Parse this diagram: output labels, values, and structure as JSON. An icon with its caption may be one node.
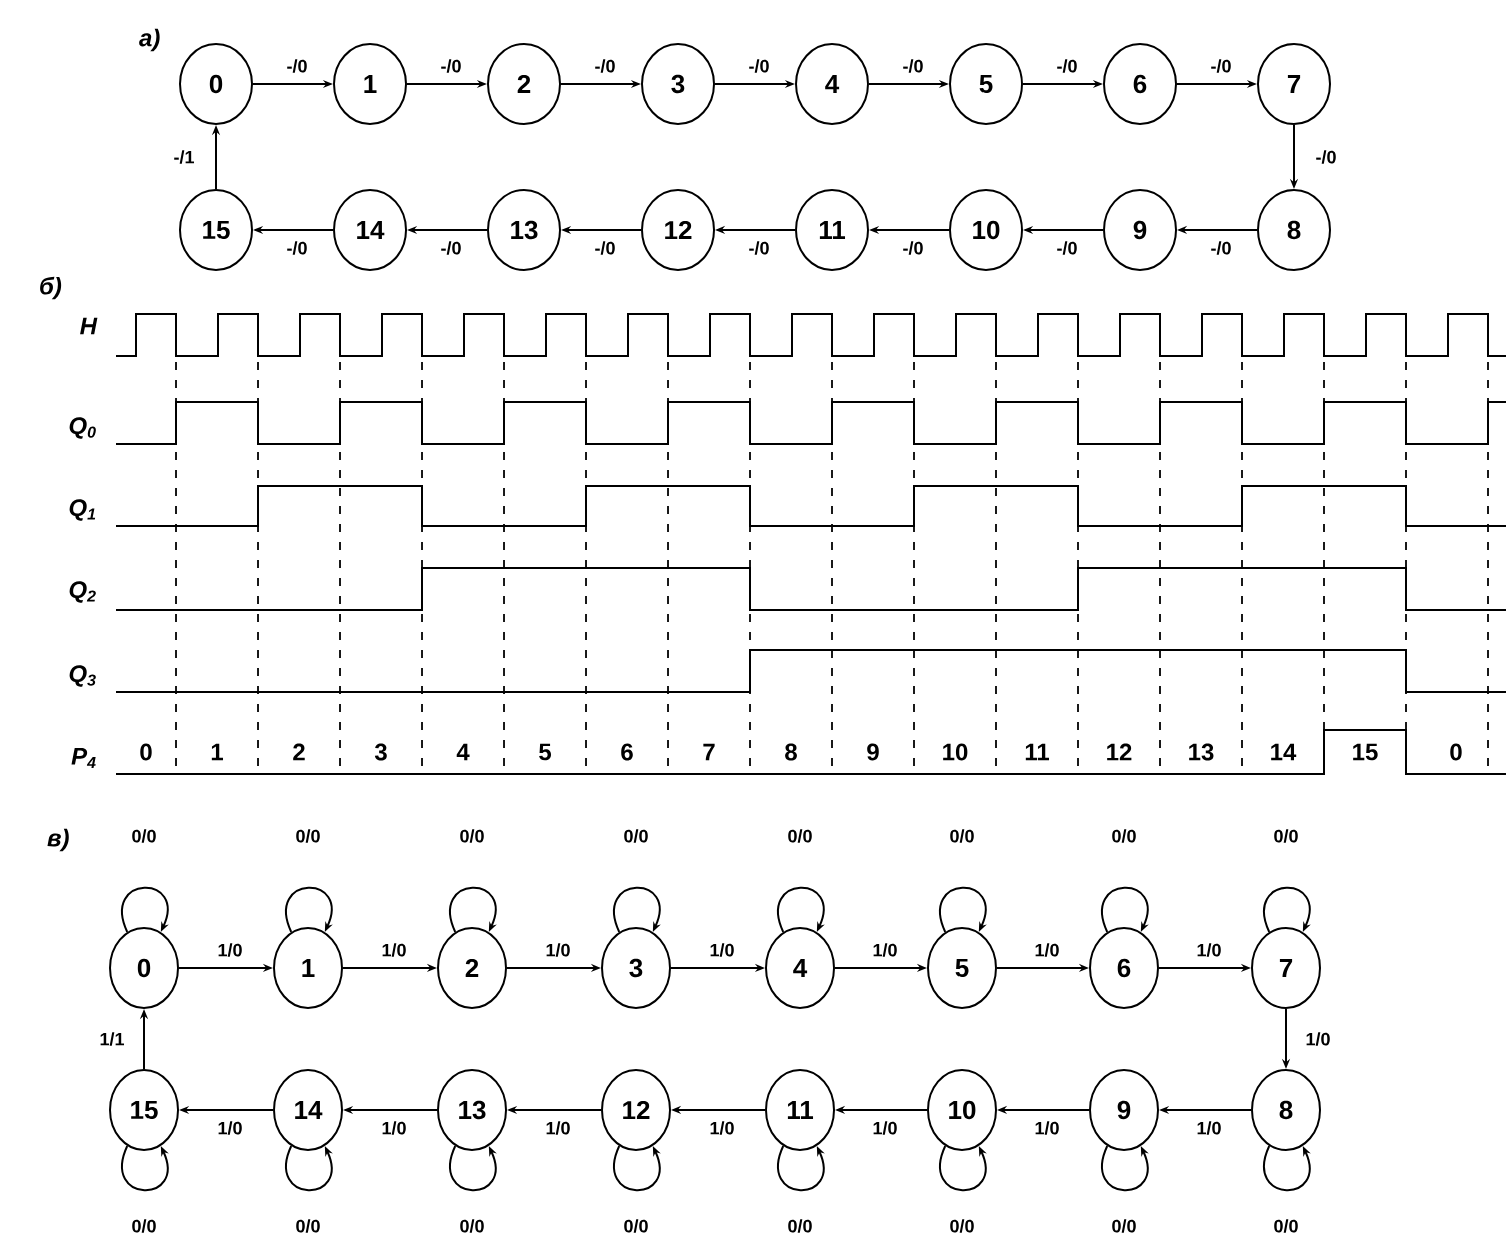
{
  "diagram": {
    "nodes": [
      {
        "text": [
          "0"
        ]
      },
      {
        "text": [
          "1"
        ]
      },
      {
        "text": [
          "2"
        ]
      },
      {
        "text": [
          "3"
        ]
      },
      {
        "text": [
          "4"
        ]
      },
      {
        "text": [
          "5"
        ]
      },
      {
        "text": [
          "6"
        ]
      },
      {
        "text": [
          "7"
        ]
      },
      {
        "text": [
          "8"
        ]
      },
      {
        "text": [
          "9"
        ]
      },
      {
        "text": [
          "10"
        ]
      },
      {
        "text": [
          "11"
        ]
      },
      {
        "text": [
          "12"
        ]
      },
      {
        "text": [
          "13"
        ]
      },
      {
        "text": [
          "14"
        ]
      },
      {
        "text": [
          "15"
        ]
      },
      {
        "text": [
          "0"
        ]
      },
      {
        "text": [
          "1"
        ]
      },
      {
        "text": [
          "2"
        ]
      },
      {
        "text": [
          "3"
        ]
      },
      {
        "text": [
          "4"
        ]
      },
      {
        "text": [
          "5"
        ]
      },
      {
        "text": [
          "6"
        ]
      },
      {
        "text": [
          "7"
        ]
      },
      {
        "text": [
          "8"
        ]
      },
      {
        "text": [
          "9"
        ]
      },
      {
        "text": [
          "10"
        ]
      },
      {
        "text": [
          "11"
        ]
      },
      {
        "text": [
          "12"
        ]
      },
      {
        "text": [
          "13"
        ]
      },
      {
        "text": [
          "14"
        ]
      },
      {
        "text": [
          "15"
        ]
      }
    ],
    "edges": [
      {
        "from": 0,
        "to": 1,
        "arrow": "to",
        "label": "-/0"
      },
      {
        "from": 1,
        "to": 2,
        "arrow": "to",
        "label": "-/0"
      },
      {
        "from": 2,
        "to": 3,
        "arrow": "to",
        "label": "-/0"
      },
      {
        "from": 3,
        "to": 4,
        "arrow": "to",
        "label": "-/0"
      },
      {
        "from": 4,
        "to": 5,
        "arrow": "to",
        "label": "-/0"
      },
      {
        "from": 5,
        "to": 6,
        "arrow": "to",
        "label": "-/0"
      },
      {
        "from": 6,
        "to": 7,
        "arrow": "to",
        "label": "-/0"
      },
      {
        "from": 7,
        "to": 8,
        "arrow": "to",
        "label": "-/0"
      },
      {
        "from": 8,
        "to": 9,
        "arrow": "to",
        "label": "-/0"
      },
      {
        "from": 9,
        "to": 10,
        "arrow": "to",
        "label": "-/0"
      },
      {
        "from": 10,
        "to": 11,
        "arrow": "to",
        "label": "-/0"
      },
      {
        "from": 11,
        "to": 12,
        "arrow": "to",
        "label": "-/0"
      },
      {
        "from": 12,
        "to": 13,
        "arrow": "to",
        "label": "-/0"
      },
      {
        "from": 13,
        "to": 14,
        "arrow": "to",
        "label": "-/0"
      },
      {
        "from": 14,
        "to": 15,
        "arrow": "to",
        "label": "-/0"
      },
      {
        "from": 15,
        "to": 0,
        "arrow": "to",
        "label": "-/1"
      },
      {
        "from": 16,
        "to": 16,
        "arrow": "to",
        "label": "0/0"
      },
      {
        "from": 17,
        "to": 17,
        "arrow": "to",
        "label": "0/0"
      },
      {
        "from": 18,
        "to": 18,
        "arrow": "to",
        "label": "0/0"
      },
      {
        "from": 19,
        "to": 19,
        "arrow": "to",
        "label": "0/0"
      },
      {
        "from": 20,
        "to": 20,
        "arrow": "to",
        "label": "0/0"
      },
      {
        "from": 21,
        "to": 21,
        "arrow": "to",
        "label": "0/0"
      },
      {
        "from": 22,
        "to": 22,
        "arrow": "to",
        "label": "0/0"
      },
      {
        "from": 23,
        "to": 23,
        "arrow": "to",
        "label": "0/0"
      },
      {
        "from": 31,
        "to": 31,
        "arrow": "to",
        "label": "0/0"
      },
      {
        "from": 30,
        "to": 30,
        "arrow": "to",
        "label": "0/0"
      },
      {
        "from": 29,
        "to": 29,
        "arrow": "to",
        "label": "0/0"
      },
      {
        "from": 28,
        "to": 28,
        "arrow": "to",
        "label": "0/0"
      },
      {
        "from": 27,
        "to": 27,
        "arrow": "to",
        "label": "0/0"
      },
      {
        "from": 26,
        "to": 26,
        "arrow": "to",
        "label": "0/0"
      },
      {
        "from": 25,
        "to": 25,
        "arrow": "to",
        "label": "0/0"
      },
      {
        "from": 24,
        "to": 24,
        "arrow": "to",
        "label": "0/0"
      },
      {
        "from": 16,
        "to": 17,
        "arrow": "to",
        "label": "1/0"
      },
      {
        "from": 17,
        "to": 18,
        "arrow": "to",
        "label": "1/0"
      },
      {
        "from": 18,
        "to": 19,
        "arrow": "to",
        "label": "1/0"
      },
      {
        "from": 19,
        "to": 20,
        "arrow": "to",
        "label": "1/0"
      },
      {
        "from": 20,
        "to": 21,
        "arrow": "to",
        "label": "1/0"
      },
      {
        "from": 21,
        "to": 22,
        "arrow": "to",
        "label": "1/0"
      },
      {
        "from": 22,
        "to": 23,
        "arrow": "to",
        "label": "1/0"
      },
      {
        "from": 23,
        "to": 24,
        "arrow": "to",
        "label": "1/0"
      },
      {
        "from": 24,
        "to": 25,
        "arrow": "to",
        "label": "1/0"
      },
      {
        "from": 25,
        "to": 26,
        "arrow": "to",
        "label": "1/0"
      },
      {
        "from": 26,
        "to": 27,
        "arrow": "to",
        "label": "1/0"
      },
      {
        "from": 27,
        "to": 28,
        "arrow": "to",
        "label": "1/0"
      },
      {
        "from": 28,
        "to": 29,
        "arrow": "to",
        "label": "1/0"
      },
      {
        "from": 29,
        "to": 30,
        "arrow": "to",
        "label": "1/0"
      },
      {
        "from": 30,
        "to": 31,
        "arrow": "to",
        "label": "1/0"
      },
      {
        "from": 31,
        "to": 16,
        "arrow": "to",
        "label": "1/1"
      }
    ],
    "labels": [
      "а)",
      "б)",
      "H",
      "Q$_{0}$",
      "Q$_{1}$",
      "Q$_{2}$",
      "Q$_{3}$",
      "P$_{4}$",
      "0",
      "1",
      "2",
      "3",
      "4",
      "5",
      "6",
      "7",
      "8",
      "9",
      "10",
      "11",
      "12",
      "13",
      "14",
      "15",
      "0",
      "в)"
    ]
  }
}
